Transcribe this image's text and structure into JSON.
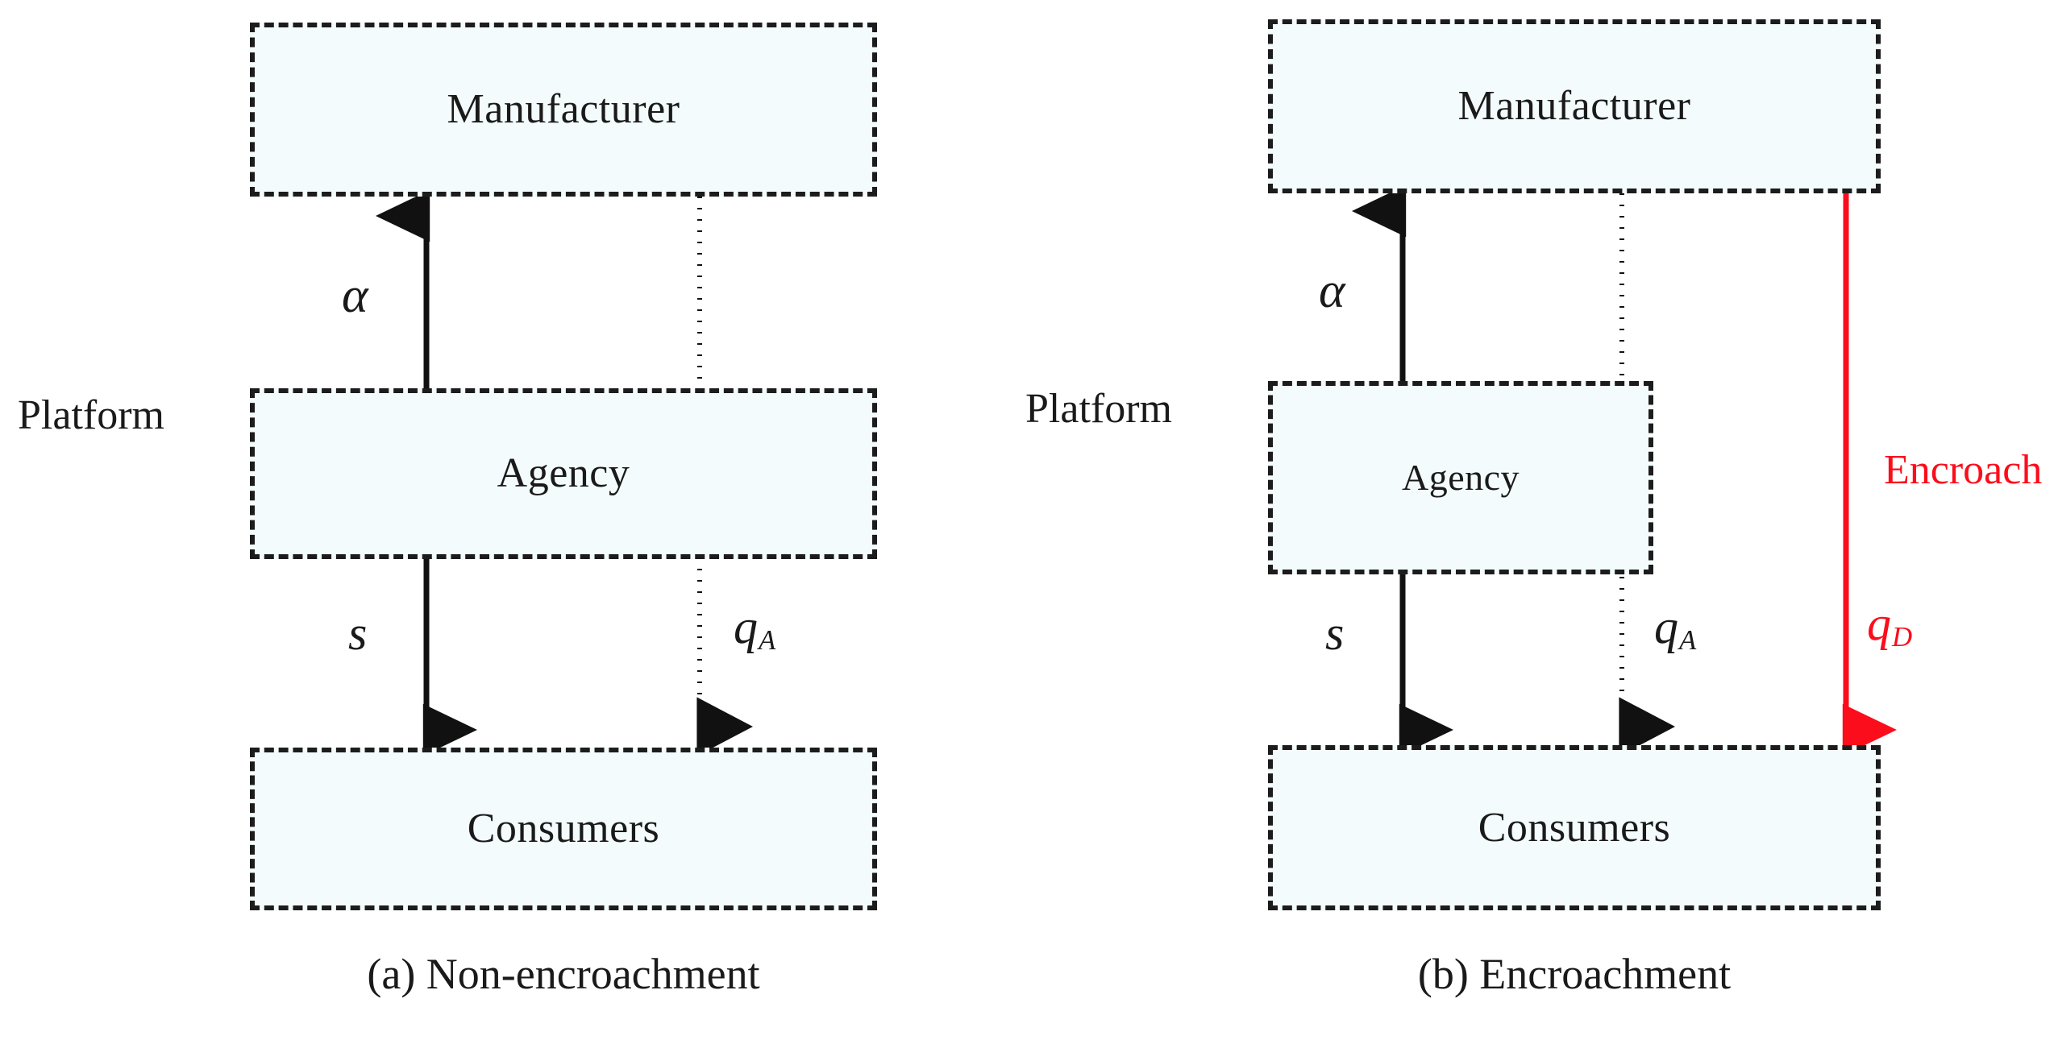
{
  "figure": {
    "title": "",
    "background": "#ffffff",
    "box_fill": "#f4fbfc",
    "box_stroke": "#1c1c1c",
    "arrow_color": "#111111",
    "accent_color": "#fc0d1b"
  },
  "panels": [
    {
      "id": "a",
      "caption": "(a) Non-encroachment",
      "platform_label": "Platform",
      "nodes": {
        "manufacturer": "Manufacturer",
        "agency": "Agency",
        "consumers": "Consumers"
      },
      "edges": {
        "commission": {
          "label": "α",
          "style": "solid",
          "direction": "agency-to-manufacturer"
        },
        "service": {
          "label": "s",
          "style": "solid",
          "direction": "agency-to-consumers"
        },
        "agency_quantity": {
          "label": "q",
          "subscript": "A",
          "style": "dotted",
          "direction": "manufacturer-to-consumers"
        }
      }
    },
    {
      "id": "b",
      "caption": "(b) Encroachment",
      "platform_label": "Platform",
      "nodes": {
        "manufacturer": "Manufacturer",
        "agency": "Agency",
        "consumers": "Consumers"
      },
      "edges": {
        "commission": {
          "label": "α",
          "style": "solid",
          "direction": "agency-to-manufacturer"
        },
        "service": {
          "label": "s",
          "style": "solid",
          "direction": "agency-to-consumers"
        },
        "agency_quantity": {
          "label": "q",
          "subscript": "A",
          "style": "dotted",
          "direction": "manufacturer-to-consumers"
        },
        "direct_quantity": {
          "label": "q",
          "subscript": "D",
          "style": "solid",
          "color": "#fc0d1b",
          "direction": "manufacturer-to-consumers",
          "annotation": "Encroach"
        }
      }
    }
  ]
}
